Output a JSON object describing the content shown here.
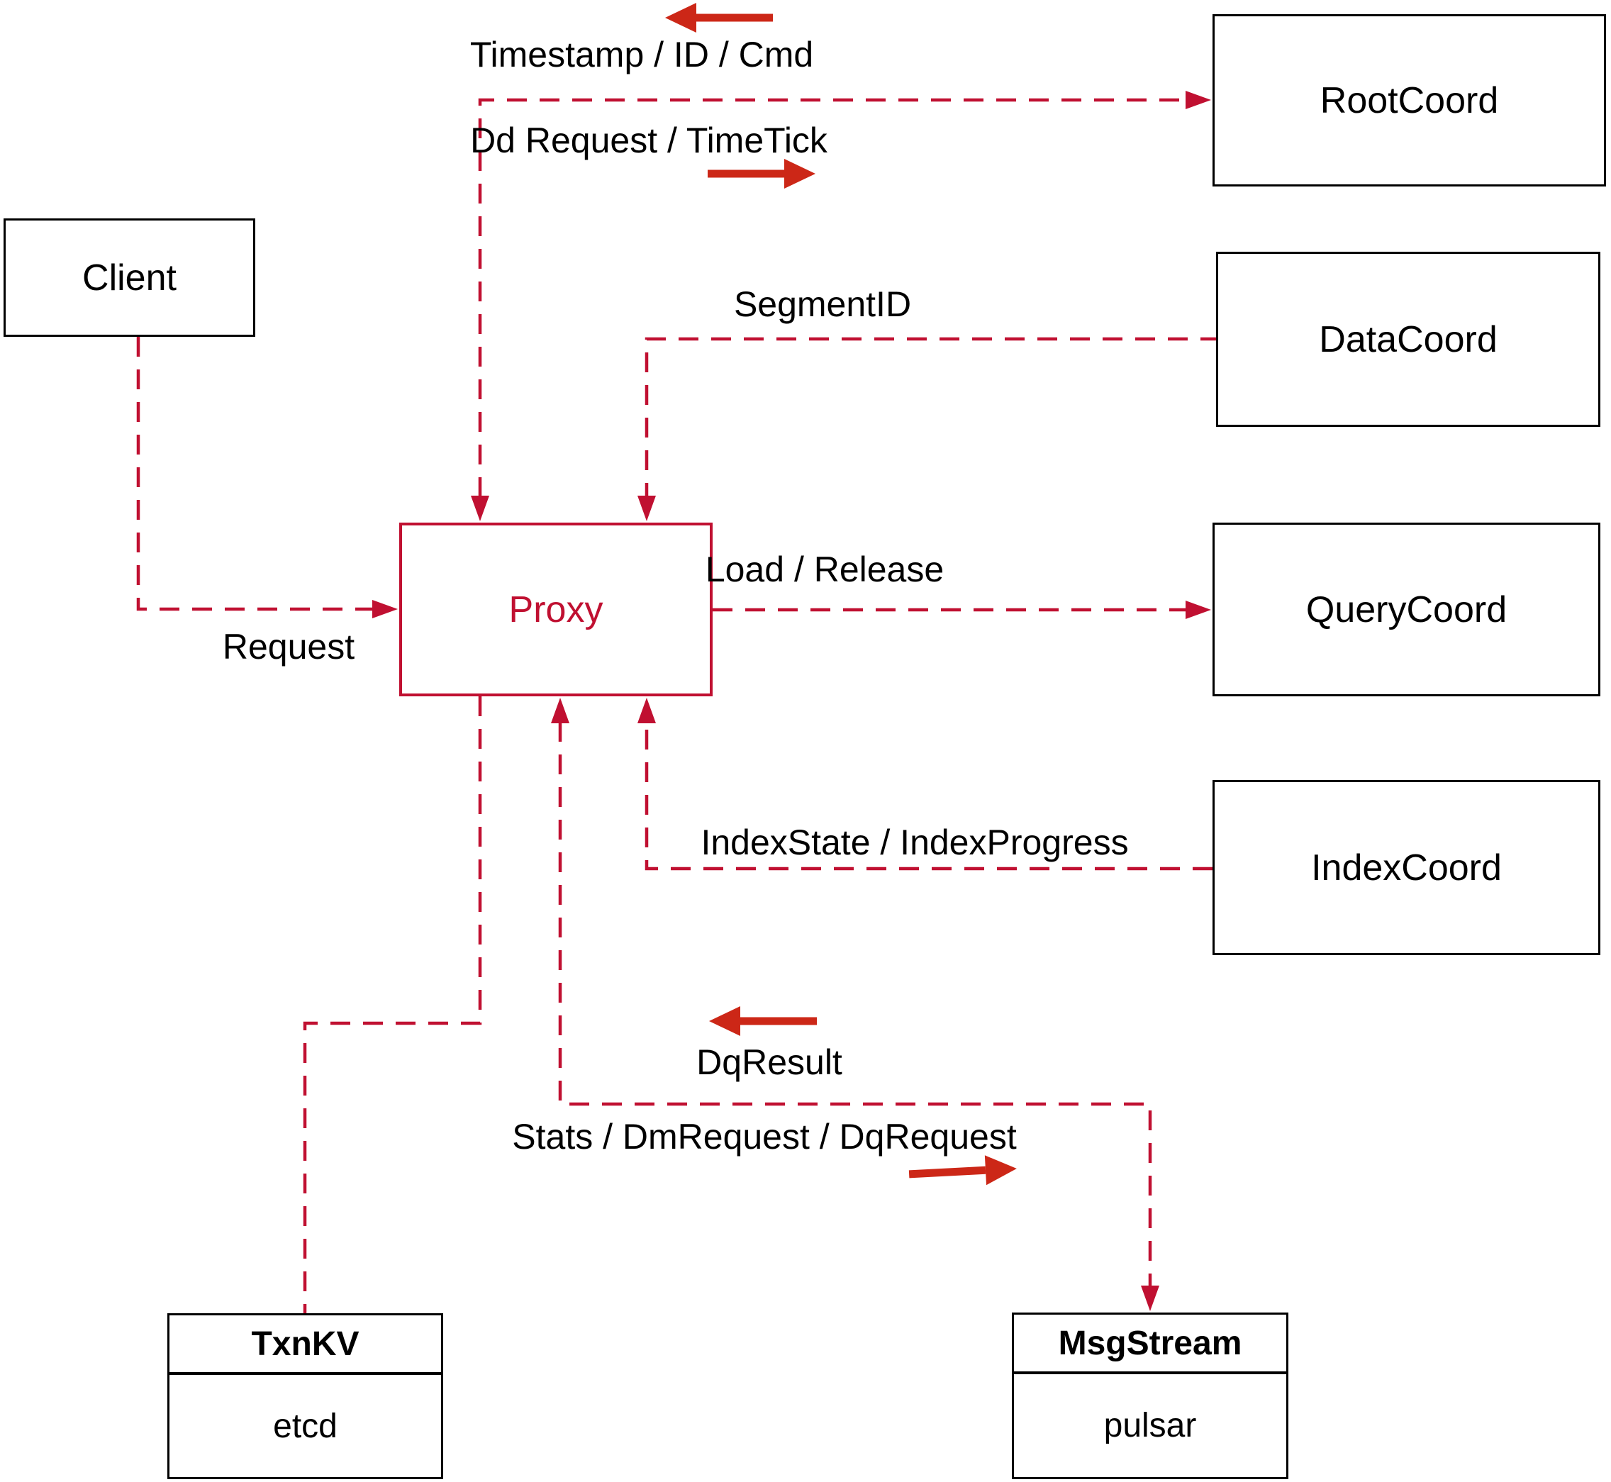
{
  "diagram": {
    "nodes": {
      "client": {
        "label": "Client"
      },
      "root_coord": {
        "label": "RootCoord"
      },
      "data_coord": {
        "label": "DataCoord"
      },
      "query_coord": {
        "label": "QueryCoord"
      },
      "index_coord": {
        "label": "IndexCoord"
      },
      "proxy": {
        "label": "Proxy"
      },
      "txn_kv": {
        "title": "TxnKV",
        "impl": "etcd"
      },
      "msg_stream": {
        "title": "MsgStream",
        "impl": "pulsar"
      }
    },
    "edge_labels": {
      "timestamp": "Timestamp / ID / Cmd",
      "dd_request": "Dd Request / TimeTick",
      "segment_id": "SegmentID",
      "request": "Request",
      "load_release": "Load / Release",
      "index_state": "IndexState / IndexProgress",
      "dq_result": "DqResult",
      "stats": "Stats / DmRequest / DqRequest"
    },
    "colors": {
      "connector": "#c01031",
      "solid_arrow": "#cc2717",
      "node_border": "#000000",
      "proxy_accent": "#c01031"
    }
  }
}
